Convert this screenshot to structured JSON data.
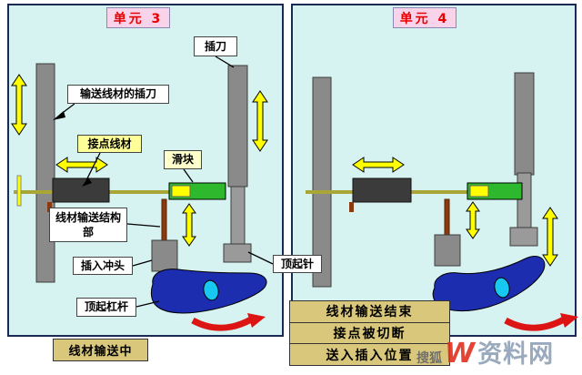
{
  "diagram": {
    "unit3_title": "单元 3",
    "unit4_title": "单元 4"
  },
  "labels": {
    "insert_knife": "插刀",
    "wire_feed_insert_knife": "输送线材的插刀",
    "contact_wire": "接点线材",
    "slider_block": "滑块",
    "wire_feed_structure": "线材输送结构部",
    "insert_punch": "插入冲头",
    "lift_pin": "顶起针",
    "lift_lever": "顶起杠杆"
  },
  "status": {
    "unit3_state": "线材输送中",
    "unit4_states": [
      "线材输送结束",
      "接点被切断",
      "送入插入位置"
    ]
  },
  "watermark": {
    "prefix": "搜狐",
    "logo_mark": "W",
    "logo_text": "资料网"
  },
  "colors": {
    "panel_bg": "#d7f3f1",
    "panel_border": "#1b2a55",
    "unit_label_bg": "#f9d3ea",
    "unit_label_text": "#e80000",
    "highlight_yellow": "#ffff00",
    "callout_yellow_bg": "#ffff99",
    "status_box_bg": "#d9c87c",
    "rail_gray": "#8a8a8a",
    "block_dark": "#3b3b3b",
    "slider_green": "#2eb82e",
    "wire_olive": "#a9a537",
    "pin_brown": "#8b3a10",
    "lever_blue": "#1c2db0",
    "pivot_cyan": "#17c8f0",
    "motion_red": "#dd1414"
  }
}
